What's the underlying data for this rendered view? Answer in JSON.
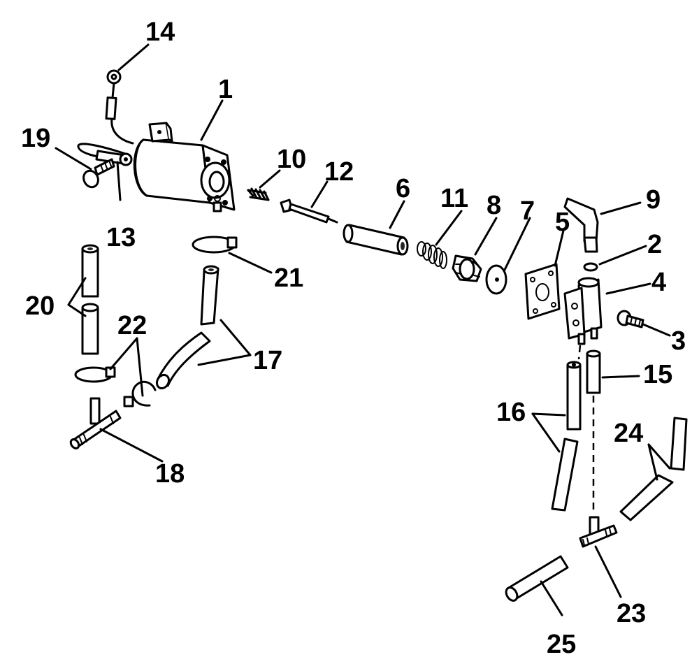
{
  "labels": {
    "p1": "1",
    "p2": "2",
    "p3": "3",
    "p4": "4",
    "p5": "5",
    "p6": "6",
    "p7": "7",
    "p8": "8",
    "p9": "9",
    "p10": "10",
    "p11": "11",
    "p12": "12",
    "p13": "13",
    "p14": "14",
    "p15": "15",
    "p16": "16",
    "p17": "17",
    "p18": "18",
    "p19": "19",
    "p20": "20",
    "p21": "21",
    "p22": "22",
    "p23": "23",
    "p24": "24",
    "p25": "25"
  }
}
